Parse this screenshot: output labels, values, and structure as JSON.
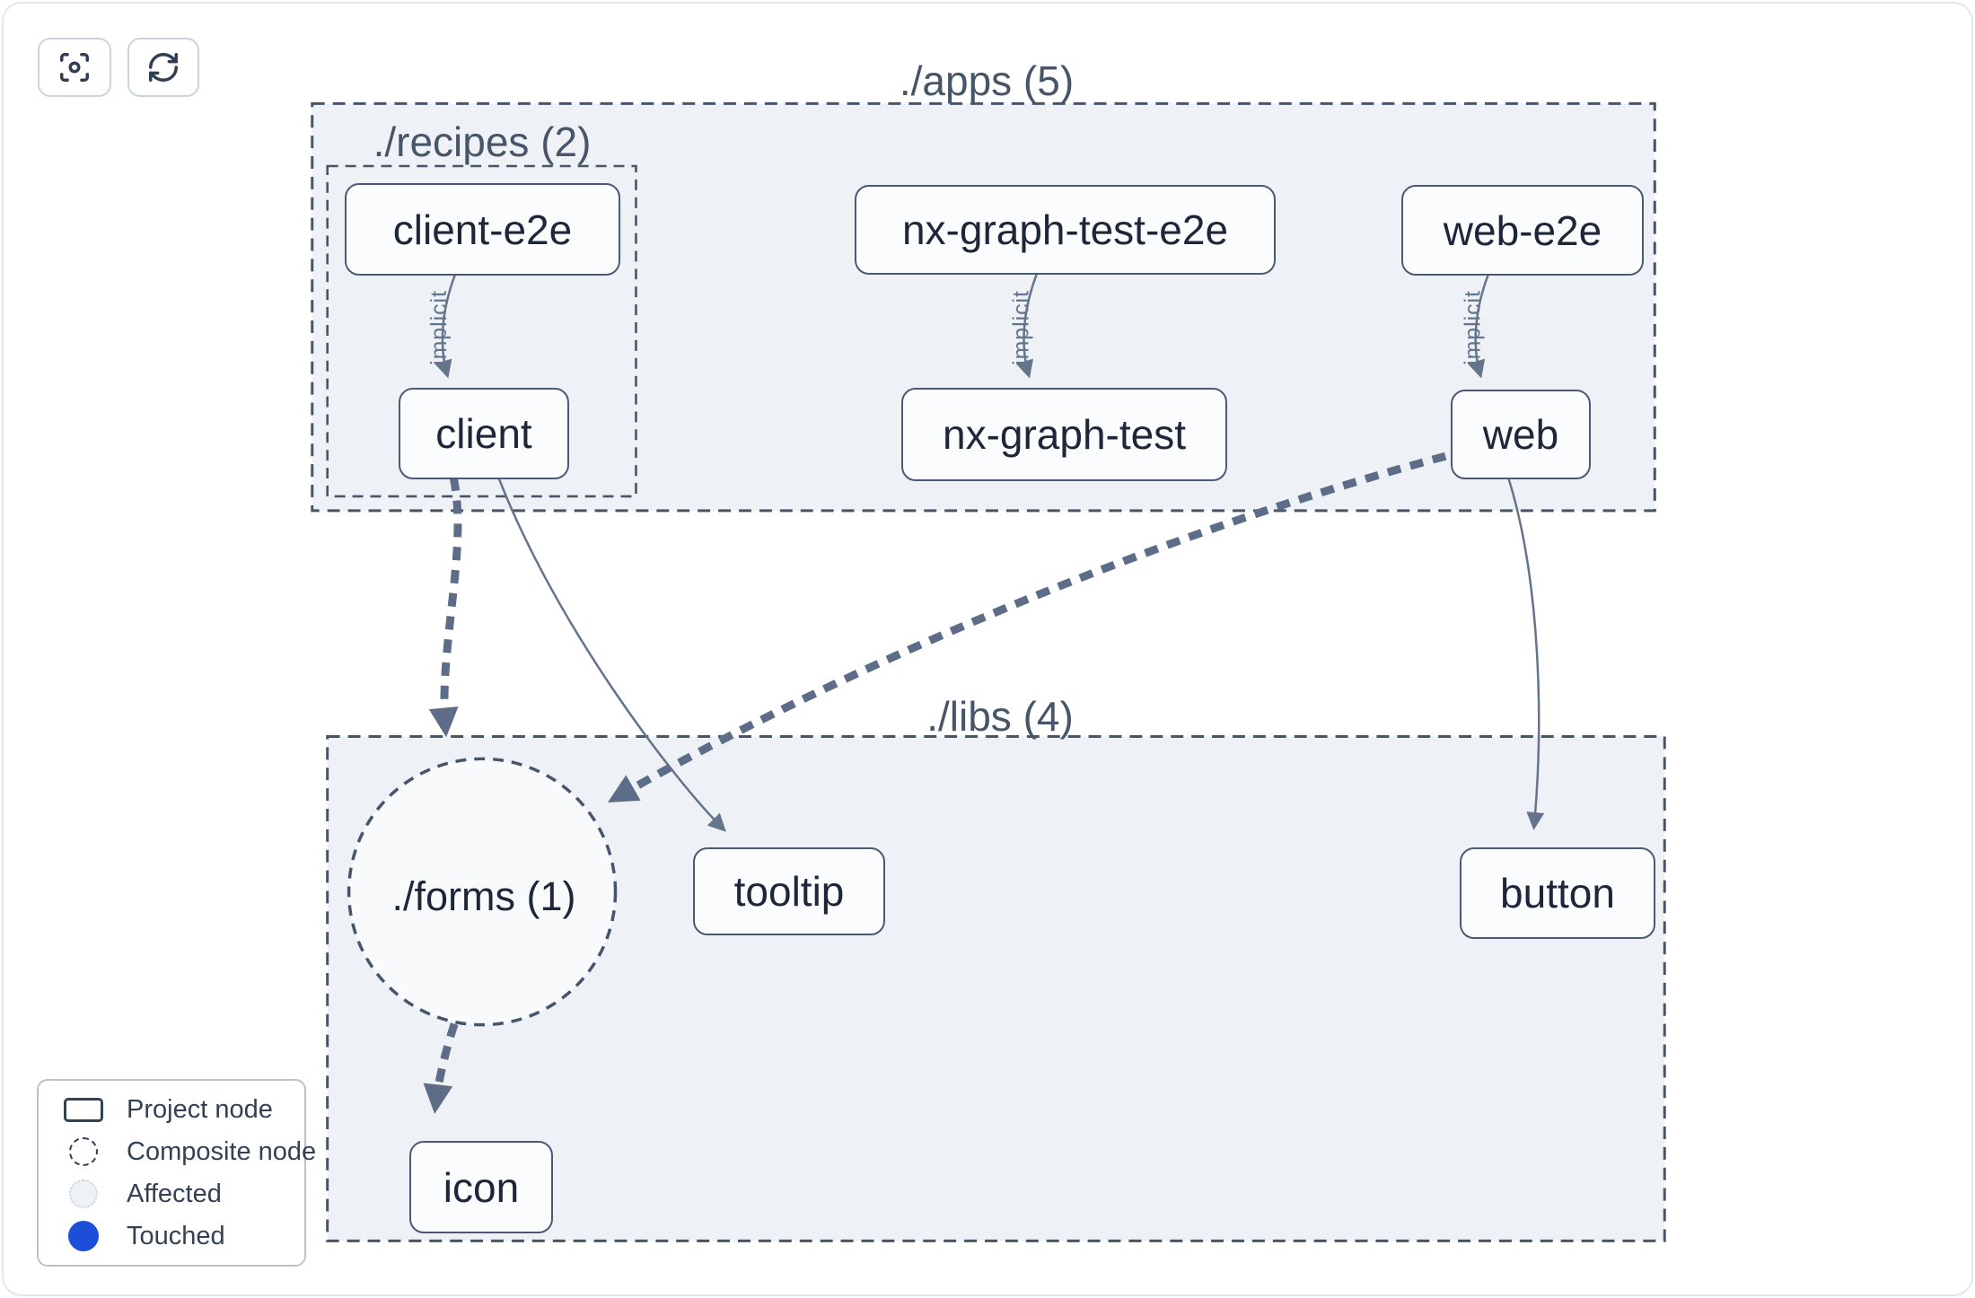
{
  "toolbar": {
    "buttons": [
      {
        "name": "focus",
        "icon": "scan-focus-icon"
      },
      {
        "name": "refresh",
        "icon": "refresh-icon"
      }
    ]
  },
  "graph": {
    "groups": {
      "apps": {
        "label": "./apps (5)"
      },
      "recipes": {
        "label": "./recipes (2)"
      },
      "libs": {
        "label": "./libs (4)"
      },
      "forms": {
        "label": "./forms (1)",
        "type": "composite"
      }
    },
    "nodes": [
      {
        "id": "client-e2e",
        "label": "client-e2e"
      },
      {
        "id": "nx-graph-test-e2e",
        "label": "nx-graph-test-e2e"
      },
      {
        "id": "web-e2e",
        "label": "web-e2e"
      },
      {
        "id": "client",
        "label": "client"
      },
      {
        "id": "nx-graph-test",
        "label": "nx-graph-test"
      },
      {
        "id": "web",
        "label": "web"
      },
      {
        "id": "tooltip",
        "label": "tooltip"
      },
      {
        "id": "button",
        "label": "button"
      },
      {
        "id": "icon",
        "label": "icon"
      }
    ],
    "edges": [
      {
        "from": "client-e2e",
        "to": "client",
        "label": "implicit",
        "style": "thin"
      },
      {
        "from": "nx-graph-test-e2e",
        "to": "nx-graph-test",
        "label": "implicit",
        "style": "thin"
      },
      {
        "from": "web-e2e",
        "to": "web",
        "label": "implicit",
        "style": "thin"
      },
      {
        "from": "client",
        "to": "./forms (1)",
        "label": "",
        "style": "thick-dashed"
      },
      {
        "from": "client",
        "to": "tooltip",
        "label": "",
        "style": "thin"
      },
      {
        "from": "web",
        "to": "./forms (1)",
        "label": "",
        "style": "thick-dashed"
      },
      {
        "from": "web",
        "to": "button",
        "label": "",
        "style": "thin"
      },
      {
        "from": "./forms (1)",
        "to": "icon",
        "label": "",
        "style": "thick-dashed"
      }
    ]
  },
  "legend": {
    "items": [
      {
        "label": "Project node",
        "swatch": "project-node-swatch"
      },
      {
        "label": "Composite node",
        "swatch": "composite-node-swatch"
      },
      {
        "label": "Affected",
        "swatch": "affected-swatch"
      },
      {
        "label": "Touched",
        "swatch": "touched-swatch"
      }
    ]
  },
  "colors": {
    "container_fill": "#eef2f6",
    "container_border": "#475569",
    "composite_fill": "#f8fafc",
    "node_fill": "#fbfcfe",
    "node_border": "#4a5a74",
    "node_text": "#1e2639",
    "edge": "#64748b",
    "group_label": "#475569",
    "touched_blue": "#1d4ed8",
    "affected_border": "#cbd5e1"
  }
}
